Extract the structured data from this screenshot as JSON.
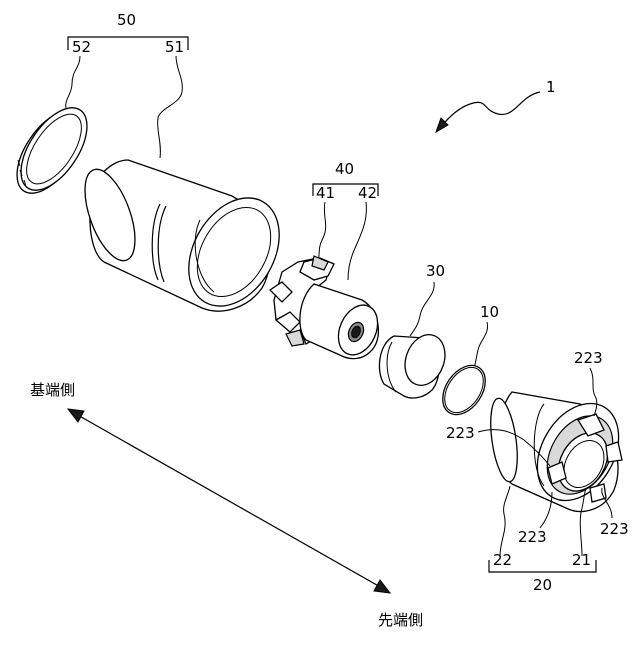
{
  "labels": {
    "assembly": "1",
    "cap_group": "50",
    "cap_end": "52",
    "cap_body": "51",
    "inner_group": "40",
    "inner_a": "41",
    "inner_b": "42",
    "cylinder": "30",
    "ring": "10",
    "nozzle_group": "20",
    "nozzle_a": "22",
    "nozzle_b": "21",
    "tab_1": "223",
    "tab_2": "223",
    "tab_3": "223",
    "tab_4": "223"
  },
  "directions": {
    "base_side": "基端側",
    "tip_side": "先端側"
  }
}
